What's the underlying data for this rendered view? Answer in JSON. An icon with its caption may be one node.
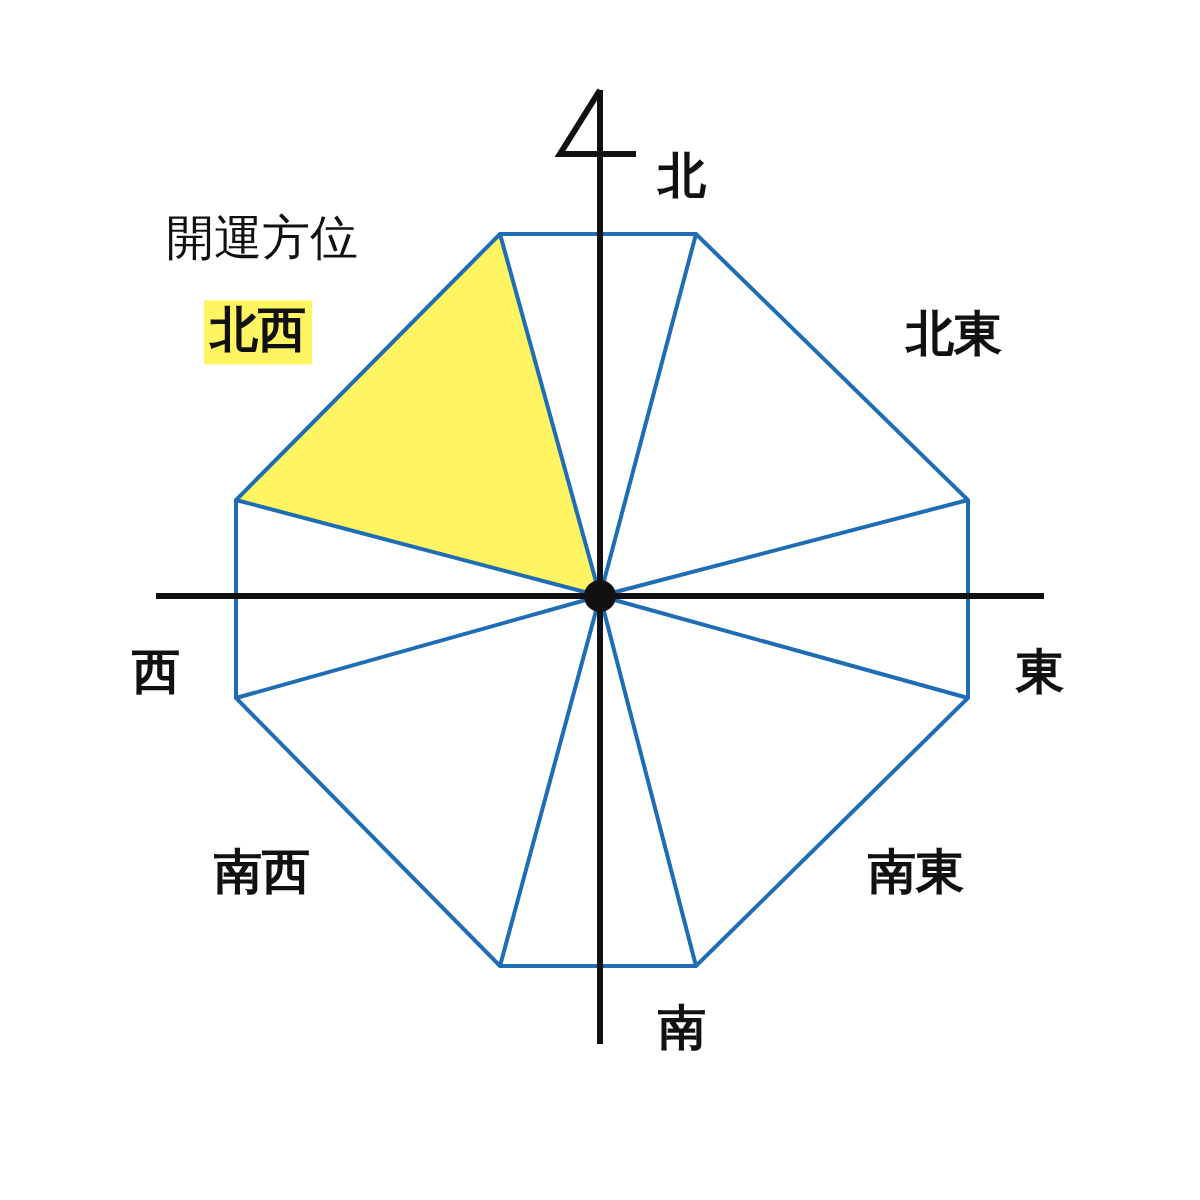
{
  "diagram": {
    "nodes": [
      {
        "text": [
          "北西"
        ]
      }
    ],
    "labels": [
      "北",
      "開運方位",
      "北東",
      "西",
      "東",
      "南西",
      "南東",
      "南"
    ]
  }
}
